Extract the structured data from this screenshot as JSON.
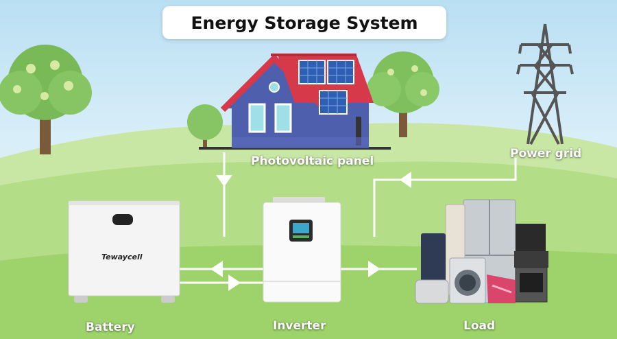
{
  "title": "Energy Storage System",
  "components": {
    "photovoltaic_panel": "Photovoltaic panel",
    "power_grid": "Power grid",
    "battery": "Battery",
    "inverter": "Inverter",
    "load": "Load"
  },
  "battery_brand": "Tewaycell",
  "colors": {
    "sky": "#b9dff3",
    "grass": "#9ed36c",
    "roof": "#d63a4a",
    "house_wall": "#4e5fae",
    "flow_arrow": "#ffffff"
  },
  "icons": [
    "tree-icon",
    "house-icon",
    "solar-panel-icon",
    "power-tower-icon",
    "battery-icon",
    "inverter-icon",
    "appliances-icon"
  ]
}
